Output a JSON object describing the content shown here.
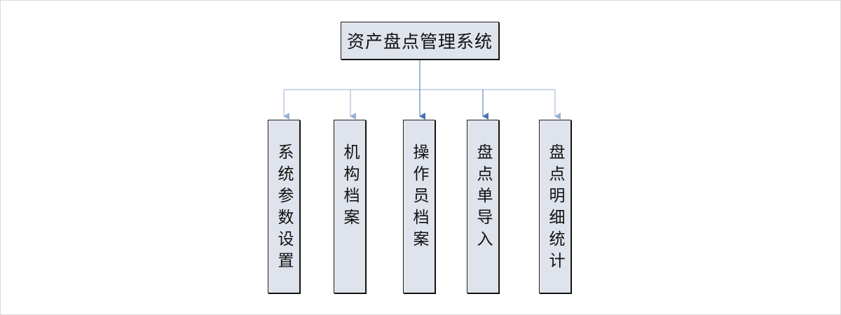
{
  "root": {
    "label": "资产盘点管理系统"
  },
  "children": [
    {
      "label": "系统参数设置"
    },
    {
      "label": "机构档案"
    },
    {
      "label": "操作员档案"
    },
    {
      "label": "盘点单导入"
    },
    {
      "label": "盘点明细统计"
    }
  ],
  "colors": {
    "box_fill": "#dfe3eb",
    "box_border": "#222222",
    "connector": "#4a72b0"
  }
}
